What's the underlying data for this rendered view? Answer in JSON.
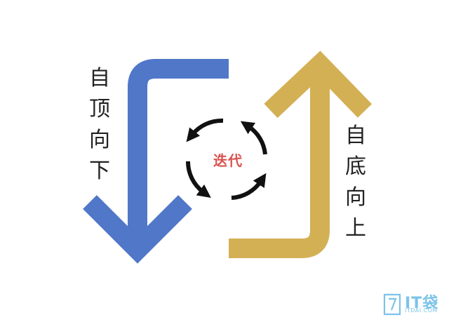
{
  "diagram": {
    "left_label": [
      "自",
      "顶",
      "向",
      "下"
    ],
    "right_label": [
      "自",
      "底",
      "向",
      "上"
    ],
    "center_label": "迭代"
  },
  "watermark": {
    "brand": "IT袋",
    "site": "ITDAI.COM"
  },
  "colors": {
    "top_down_arrow": "#5077c8",
    "bottom_up_arrow": "#d4b055",
    "cycle_arrows": "#111111",
    "center_text": "#d9534f",
    "label_text": "#222222",
    "watermark": "#7cc3ea"
  }
}
